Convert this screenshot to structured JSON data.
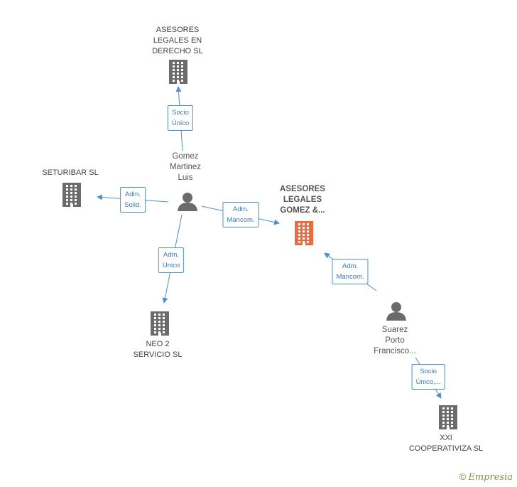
{
  "colors": {
    "edge": "#4a90d9",
    "building": "#6b6b6b",
    "main_building": "#f06a3c",
    "person": "#6b6b6b"
  },
  "nodes": {
    "asesores_derecho": {
      "lines": [
        "ASESORES",
        "LEGALES EN",
        "DERECHO SL"
      ],
      "icon": "building-icon"
    },
    "seturibar": {
      "lines": [
        "SETURIBAR SL"
      ],
      "icon": "building-icon"
    },
    "gomez": {
      "lines": [
        "Gomez",
        "Martinez",
        "Luis"
      ],
      "icon": "person-icon"
    },
    "main_company": {
      "lines": [
        "ASESORES",
        "LEGALES",
        "GOMEZ &..."
      ],
      "icon": "building-icon"
    },
    "neo2": {
      "lines": [
        "NEO 2",
        "SERVICIO SL"
      ],
      "icon": "building-icon"
    },
    "suarez": {
      "lines": [
        "Suarez",
        "Porto",
        "Francisco..."
      ],
      "icon": "person-icon"
    },
    "xxi": {
      "lines": [
        "XXI",
        "COOPERATIVIZA SL"
      ],
      "icon": "building-icon"
    }
  },
  "edges": {
    "gomez_to_asesores_derecho": {
      "lines": [
        "Socio",
        "Único"
      ]
    },
    "gomez_to_seturibar": {
      "lines": [
        "Adm.",
        "Solid."
      ]
    },
    "gomez_to_main": {
      "lines": [
        "Adm.",
        "Mancom."
      ]
    },
    "gomez_to_neo2": {
      "lines": [
        "Adm.",
        "Unico"
      ]
    },
    "suarez_to_main": {
      "lines": [
        "Adm.",
        "Mancom."
      ]
    },
    "suarez_to_xxi": {
      "lines": [
        "Socio",
        "Único,..."
      ]
    }
  },
  "branding": {
    "copyright": "©",
    "name": "Empresia"
  }
}
